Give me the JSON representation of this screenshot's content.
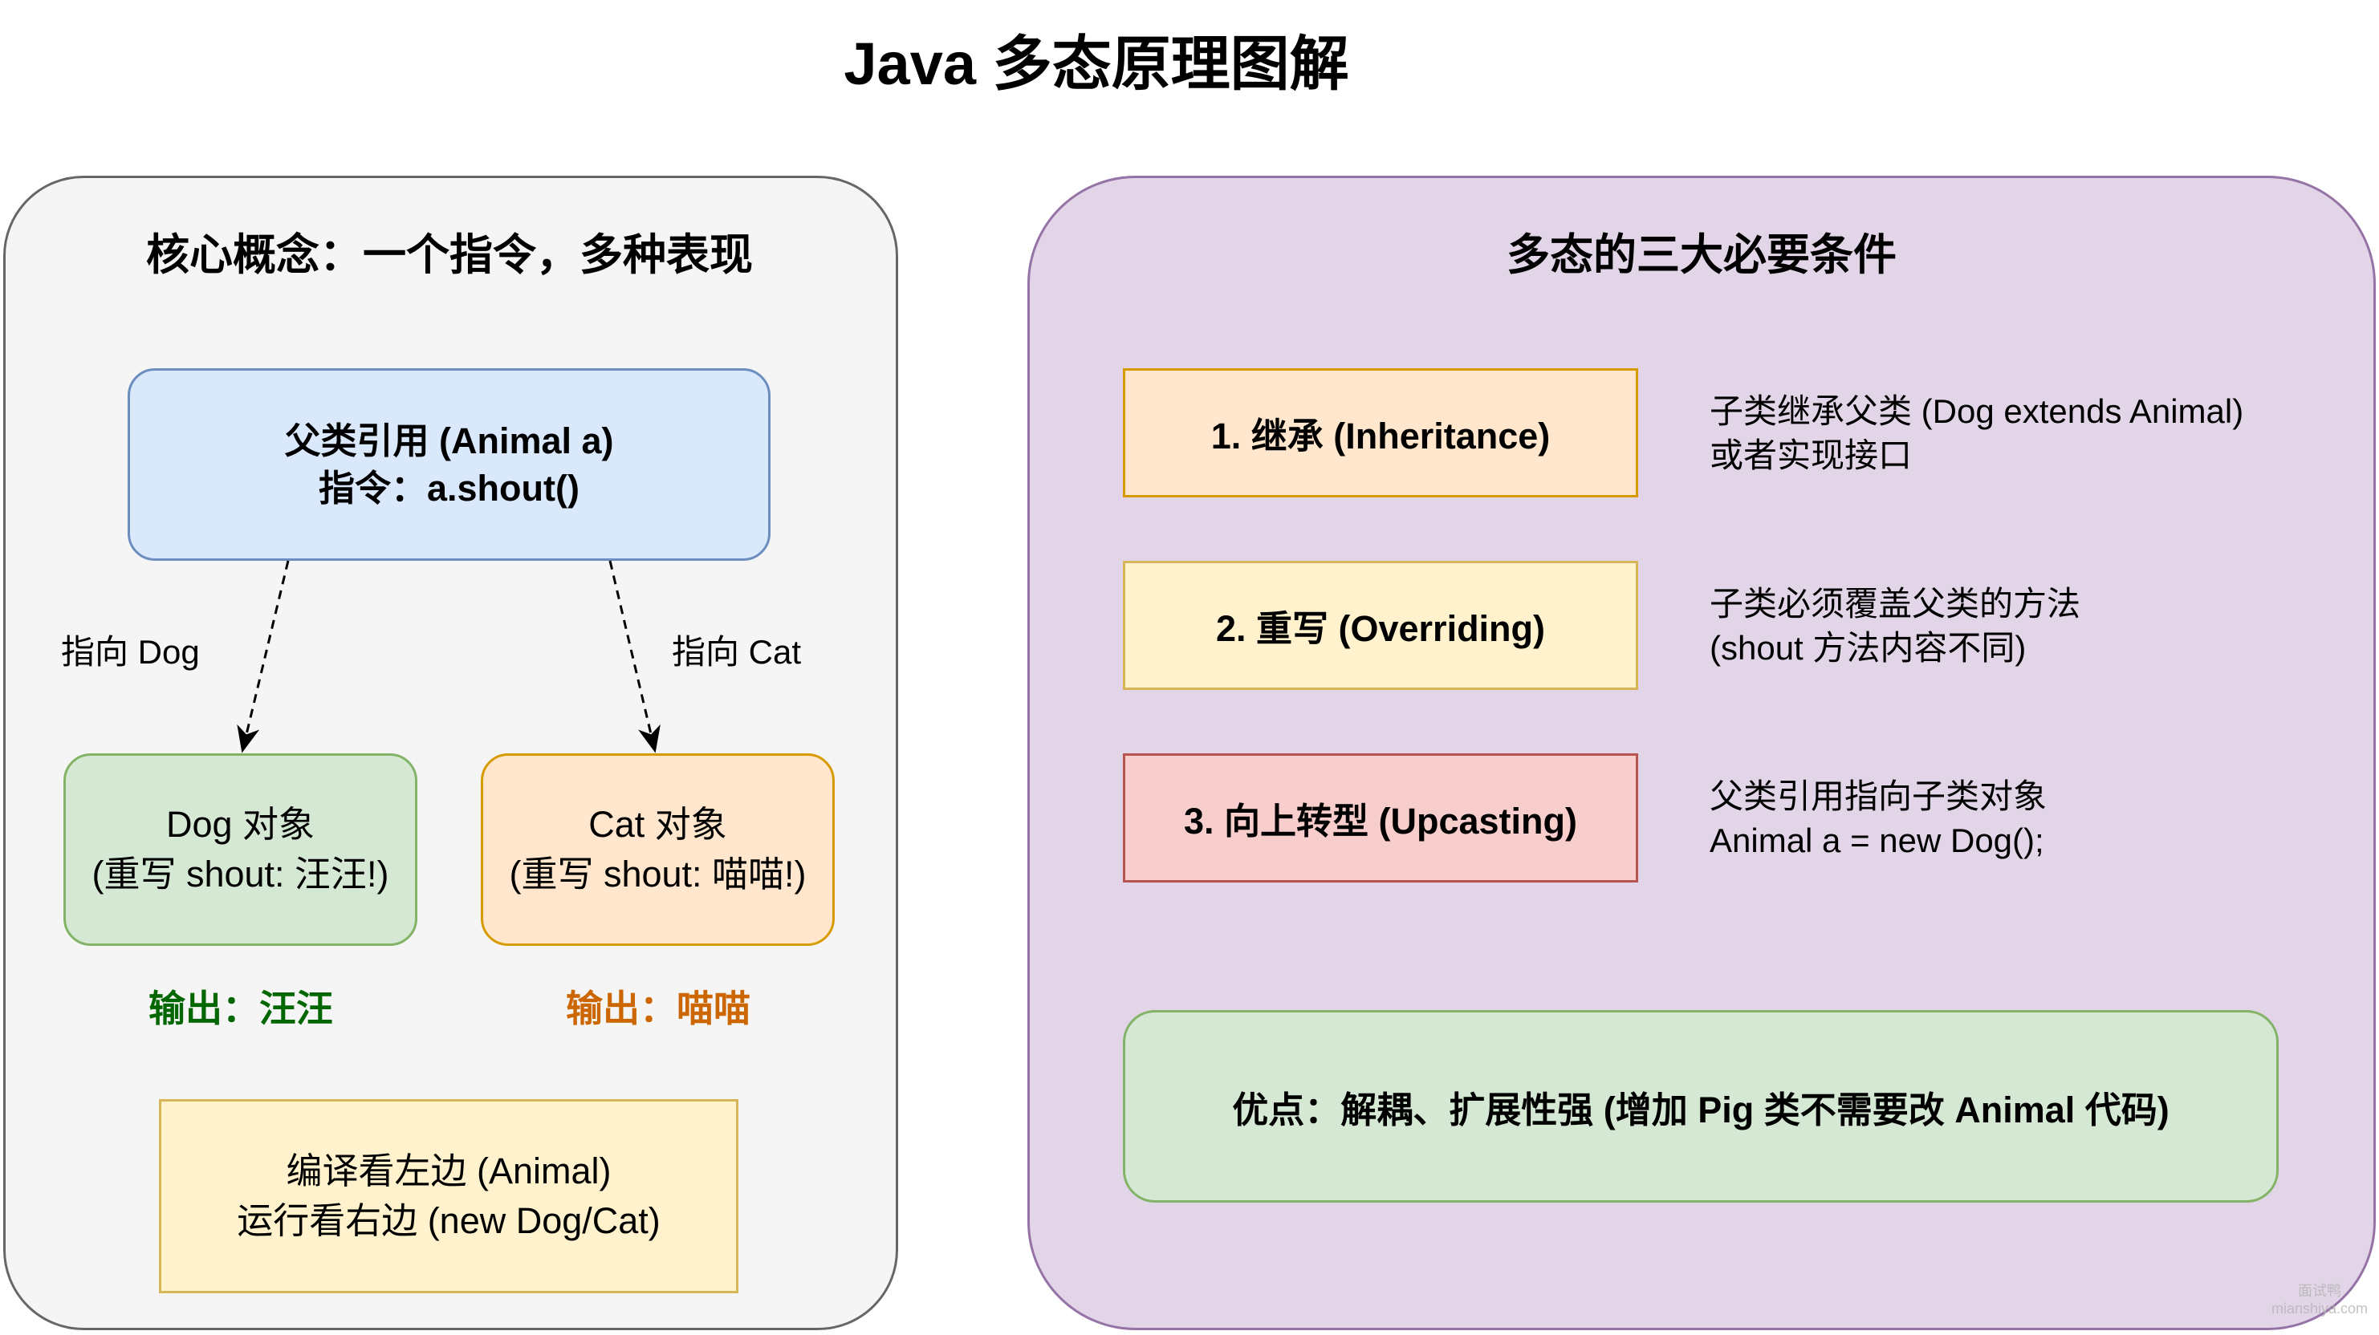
{
  "title": "Java 多态原理图解",
  "left_panel": {
    "title": "核心概念：一个指令，多种表现",
    "parent_box": {
      "line1": "父类引用 (Animal a)",
      "line2": "指令：a.shout()"
    },
    "arrow_labels": {
      "dog": "指向 Dog",
      "cat": "指向 Cat"
    },
    "dog_box": {
      "line1": "Dog 对象",
      "line2": "(重写 shout: 汪汪!)"
    },
    "cat_box": {
      "line1": "Cat 对象",
      "line2": "(重写 shout: 喵喵!)"
    },
    "dog_output": "输出：汪汪",
    "cat_output": "输出：喵喵",
    "rule_box": {
      "line1": "编译看左边 (Animal)",
      "line2": "运行看右边 (new Dog/Cat)"
    }
  },
  "right_panel": {
    "title": "多态的三大必要条件",
    "conditions": [
      {
        "label": "1. 继承 (Inheritance)",
        "desc_line1": "子类继承父类 (Dog extends Animal)",
        "desc_line2": "或者实现接口"
      },
      {
        "label": "2. 重写 (Overriding)",
        "desc_line1": "子类必须覆盖父类的方法",
        "desc_line2": "(shout 方法内容不同)"
      },
      {
        "label": "3. 向上转型 (Upcasting)",
        "desc_line1": "父类引用指向子类对象",
        "desc_line2": "Animal a = new Dog();"
      }
    ],
    "advantage": "优点：解耦、扩展性强 (增加 Pig 类不需要改 Animal 代码)"
  },
  "watermark": {
    "line1": "面试鸭",
    "line2": "mianshiya.com"
  },
  "colors": {
    "left_panel_fill": "#f5f5f5",
    "left_panel_stroke": "#666666",
    "right_panel_fill": "#e1d5e7",
    "right_panel_stroke": "#9673a6",
    "blue_fill": "#dae8fc",
    "blue_stroke": "#6c8ebf",
    "green_fill": "#d5e8d4",
    "green_stroke": "#82b366",
    "orange_fill": "#ffe6cc",
    "orange_stroke": "#d79b00",
    "yellow_fill": "#fff2cc",
    "yellow_stroke": "#d6b656",
    "red_fill": "#f8cecc",
    "red_stroke": "#b85450",
    "dog_output": "#006600",
    "cat_output": "#cc6600",
    "arrow": "#000000",
    "watermark": "#b4b4b4"
  }
}
